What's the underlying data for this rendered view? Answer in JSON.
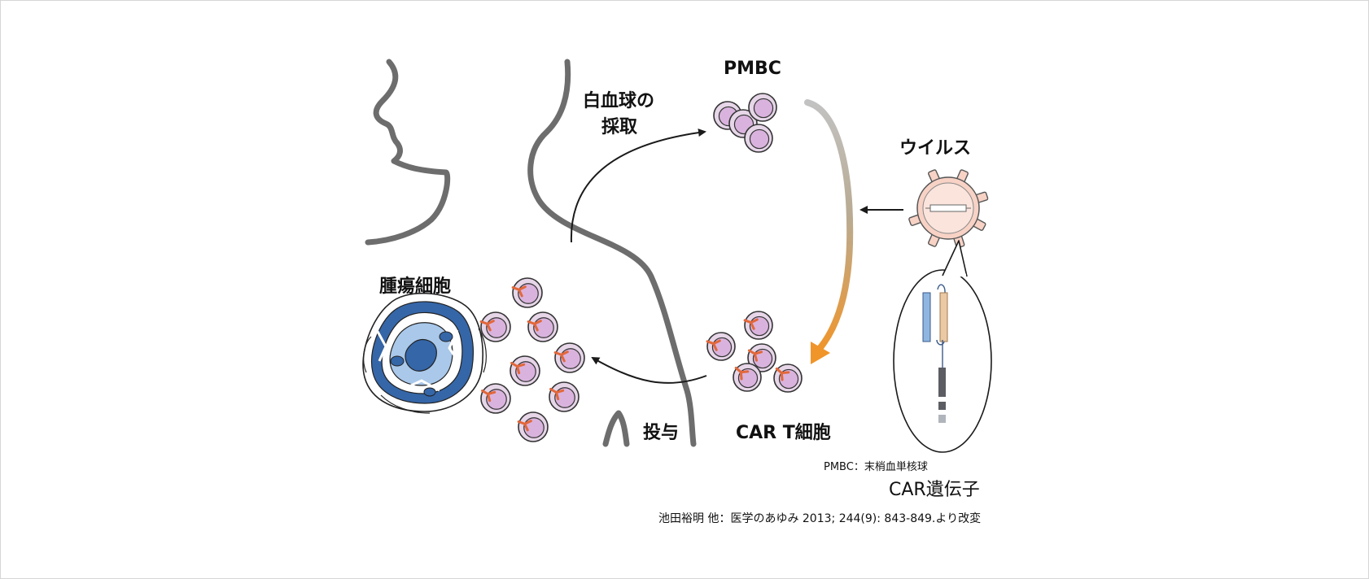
{
  "labels": {
    "pmbc": "PMBC",
    "collection_line1": "白血球の",
    "collection_line2": "採取",
    "virus": "ウイルス",
    "tumor": "腫瘍細胞",
    "administration": "投与",
    "car_t": "CAR T細胞",
    "footnote": "PMBC：末梢血単核球",
    "car_gene": "CAR遺伝子",
    "citation": "池田裕明 他：医学のあゆみ 2013; 244(9): 843-849.より改変"
  },
  "colors": {
    "silhouette": "#6d6d6d",
    "cell_fill": "#d9b3dd",
    "cell_ring": "#e6d6e8",
    "receptor": "#e2673a",
    "tumor_dark": "#3566a8",
    "tumor_light": "#a9c8ea",
    "virus_fill": "#f7d2c5",
    "gene_blue": "#8fb6e0",
    "gene_tan": "#eac9a4",
    "arrow_orange": "#f0952a",
    "arrow_gray": "#bdbdbd"
  }
}
